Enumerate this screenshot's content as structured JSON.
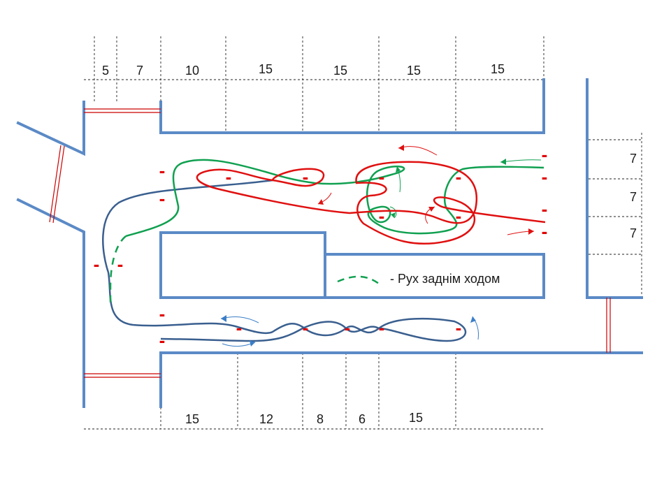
{
  "top_dimensions": [
    "5",
    "7",
    "10",
    "15",
    "15",
    "15",
    "15"
  ],
  "bottom_dimensions": [
    "15",
    "12",
    "8",
    "6",
    "15"
  ],
  "right_dimensions": [
    "7",
    "7",
    "7"
  ],
  "legend": {
    "text": "- Рух заднім ходом"
  },
  "cone_marker": "-",
  "colors": {
    "wall": "#5b8ac6",
    "red_route": "#e01010",
    "green_route": "#10a050",
    "blue_route": "#3a5f8f",
    "cone": "#e00000"
  }
}
